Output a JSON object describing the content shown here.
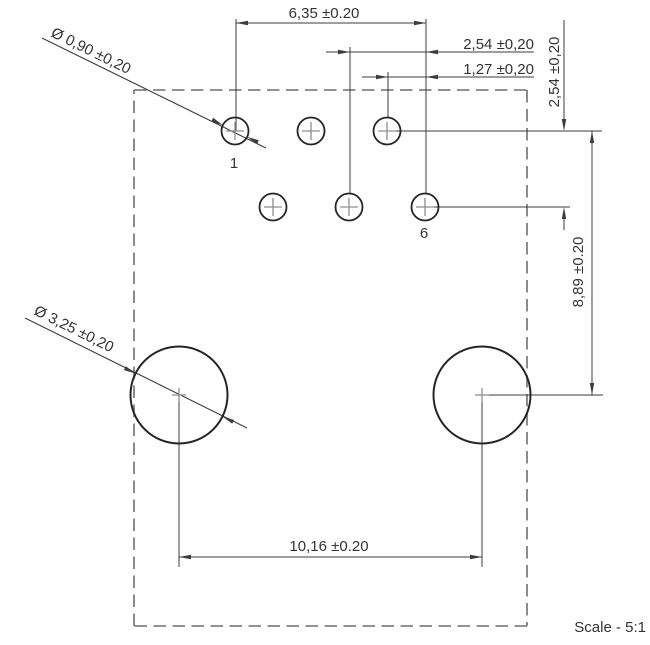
{
  "colors": {
    "background": "#ffffff",
    "shape_stroke": "#252525",
    "dimension_lines": "#3d3d3d",
    "outline_dashed": "#6f6f6f",
    "center_cross": "#8f8f8f",
    "text": "#333333"
  },
  "drawing": {
    "scale_note": "Scale - 5:1",
    "pin_labels": {
      "first": "1",
      "last": "6"
    },
    "callouts": {
      "pin_hole_diameter": "Ø 0,90 ±0,20",
      "mounting_hole_diameter": "Ø 3,25 ±0,20"
    },
    "dimensions": {
      "pin_row_span": "6,35 ±0.20",
      "pin_pitch": "2,54 ±0,20",
      "row_offset": "1,27 ±0,20",
      "row_spacing": "2,54 ±0,20",
      "pins_to_mounting": "8,89 ±0.20",
      "mounting_span": "10,16 ±0.20"
    }
  }
}
